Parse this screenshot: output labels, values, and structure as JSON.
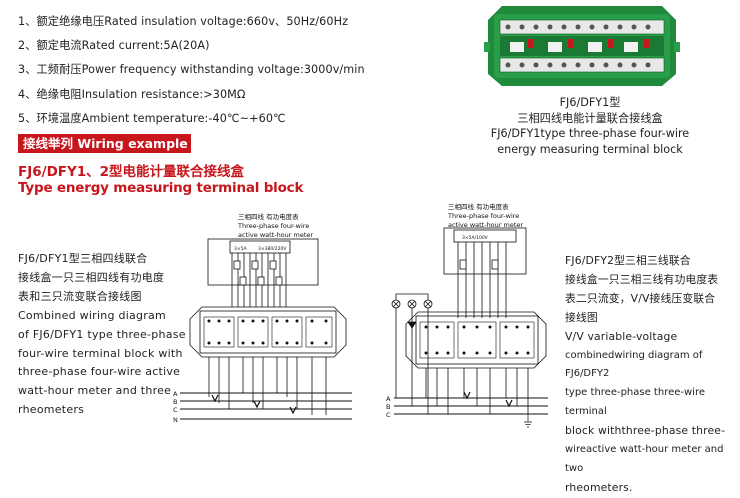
{
  "specs": [
    "1、额定绝缘电压Rated insulation voltage:660v、50Hz/60Hz",
    "2、额定电流Rated current:5A(20A)",
    "3、工频耐压Power frequency withstanding voltage:3000v/min",
    "4、绝缘电阻Insulation resistance:>30MΩ",
    "5、环境温度Ambient temperature:-40℃~+60℃"
  ],
  "section": {
    "banner": "接线举列 Wiring example",
    "title_cn": "FJ6/DFY1、2型电能计量联合接线盒",
    "title_en": "Type energy measuring terminal block"
  },
  "product": {
    "caption": [
      "FJ6/DFY1型",
      "三相四线电能计量联合接线盒",
      "FJ6/DFY1type three-phase four-wire",
      "energy measuring terminal block"
    ],
    "colors": {
      "body": "#1f8a3c",
      "accent": "#c8161d"
    }
  },
  "diagram_left": {
    "label_lines": [
      "三相四线    有功电度表",
      "Three-phase four-wire",
      "active watt-hour meter"
    ],
    "meter_marks": [
      "3×5A",
      "3×380/220V"
    ],
    "bus_labels": [
      "A",
      "B",
      "C",
      "N"
    ]
  },
  "diagram_right": {
    "label_lines": [
      "三相四线    有功电度表",
      "Three-phase four-wire",
      "active watt-hour meter"
    ],
    "meter_marks": [
      "3×5A/100V"
    ],
    "bus_labels": [
      "A",
      "B",
      "C"
    ]
  },
  "desc_left": [
    "FJ6/DFY1型三相四线联合",
    "接线盒一只三相四线有功电度",
    "表和三只流变联合接线图",
    "Combined wiring diagram",
    "of FJ6/DFY1 type three-phase",
    "four-wire terminal block with",
    "three-phase four-wire active",
    "watt-hour meter and three",
    "rheometers"
  ],
  "desc_right": [
    "FJ6/DFY2型三相三线联合",
    "接线盒一只三相三线有功电度表",
    "表二只流变，V/V接线压变联合",
    "接线图",
    "V/V variable-voltage",
    "combinedwiring diagram of FJ6/DFY2",
    "type three-phase three-wire terminal",
    "block withthree-phase three-",
    "wireactive watt-hour meter and two",
    "rheometers."
  ]
}
